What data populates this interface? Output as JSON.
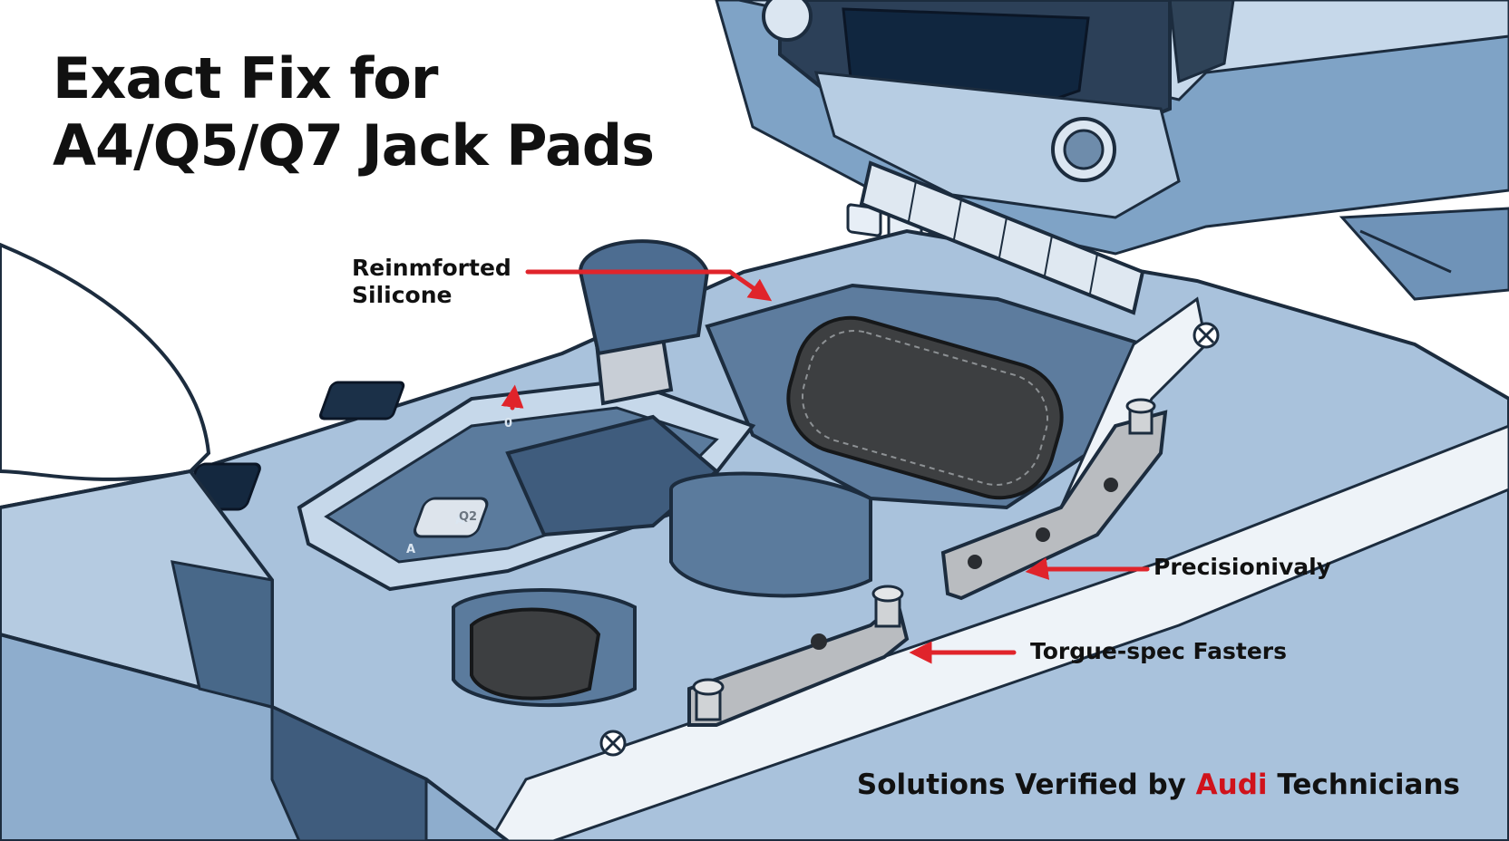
{
  "title": {
    "line1": "Exact Fix for",
    "line2": "A4/Q5/Q7 Jack Pads"
  },
  "callouts": {
    "silicone_line1": "Reinmforted",
    "silicone_line2": "Silicone",
    "precision": "Precisionivaly",
    "torque": "Torgue-spec Fasters"
  },
  "footer": {
    "before": "Solutions Verified by ",
    "brand": "Audi",
    "after": " Technicians"
  },
  "console_labels": {
    "button_a_upper": "A",
    "button_a_lower": "A",
    "button_q": "Q2",
    "button_p": "0"
  },
  "colors": {
    "accent_red": "#e0242b",
    "console_blue": "#a9c2dc",
    "dark_panel": "#44607e",
    "pad_dark": "#3d3f41"
  },
  "icons": [
    "arrow-icon",
    "screw-icon",
    "knob-icon"
  ]
}
